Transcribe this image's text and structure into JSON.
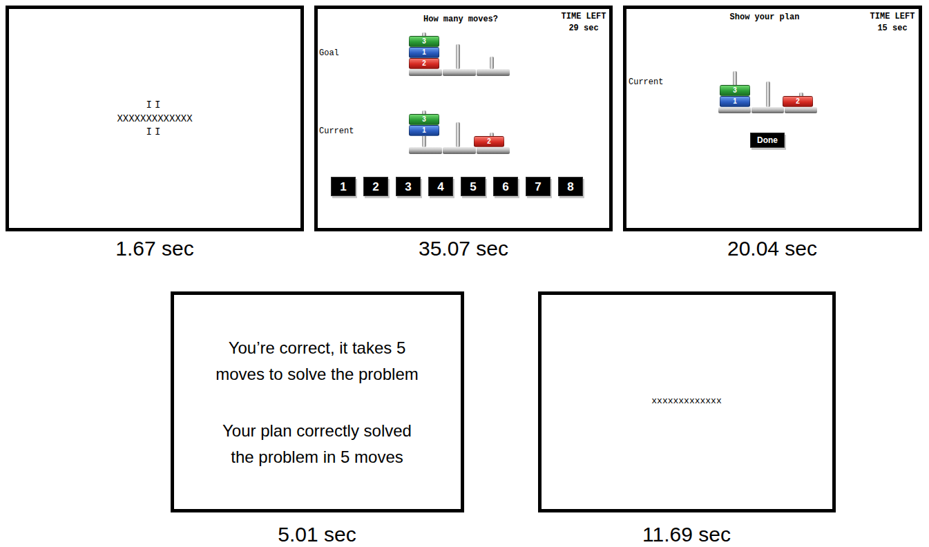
{
  "diagram": {
    "nodes": [
      {
        "text": [
          "II",
          "XXXXXXXXXXXXX",
          "II",
          "1.67 sec"
        ]
      },
      {
        "text": [
          "How many moves?",
          "TIME LEFT 29 sec",
          "Goal",
          "Current",
          "35.07 sec"
        ]
      },
      {
        "text": [
          "3"
        ],
        "in": 1
      },
      {
        "text": [
          "1"
        ],
        "in": 1
      },
      {
        "text": [
          "2"
        ],
        "in": 1
      },
      {
        "text": [
          "3"
        ],
        "in": 1
      },
      {
        "text": [
          "1"
        ],
        "in": 1
      },
      {
        "text": [
          "2"
        ],
        "in": 1
      },
      {
        "text": [
          "1"
        ],
        "in": 1
      },
      {
        "text": [
          "2"
        ],
        "in": 1
      },
      {
        "text": [
          "3"
        ],
        "in": 1
      },
      {
        "text": [
          "4"
        ],
        "in": 1
      },
      {
        "text": [
          "5"
        ],
        "in": 1
      },
      {
        "text": [
          "6"
        ],
        "in": 1
      },
      {
        "text": [
          "7"
        ],
        "in": 1
      },
      {
        "text": [
          "8"
        ],
        "in": 1
      },
      {
        "text": [
          "Show your plan",
          "TIME LEFT 15 sec",
          "Current",
          "20.04 sec"
        ]
      },
      {
        "text": [
          "3"
        ],
        "in": 16
      },
      {
        "text": [
          "1"
        ],
        "in": 16
      },
      {
        "text": [
          "2"
        ],
        "in": 16
      },
      {
        "text": [
          "Done"
        ],
        "in": 16
      },
      {
        "text": [
          "You’re correct, it takes 5 moves to solve the problem",
          "Your plan correctly solved the problem in 5 moves",
          "5.01 sec"
        ]
      },
      {
        "text": [
          "xxxxxxxxxxxxx",
          "11.69 sec"
        ]
      }
    ]
  }
}
